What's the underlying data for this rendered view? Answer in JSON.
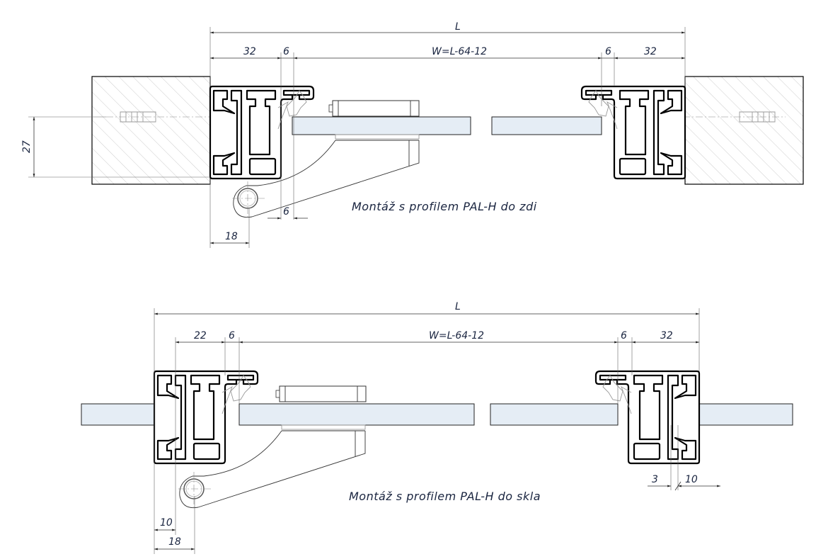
{
  "top": {
    "caption": "Montáž s profilem PAL-H do zdi",
    "dims": {
      "L": "L",
      "left_32": "32",
      "left_6": "6",
      "width": "W=L-64-12",
      "right_6": "6",
      "right_32": "32",
      "height_27": "27",
      "bottom_6": "6",
      "bottom_18": "18"
    }
  },
  "bottom": {
    "caption": "Montáž s profilem PAL-H do skla",
    "dims": {
      "L": "L",
      "left_22": "22",
      "left_6": "6",
      "width": "W=L-64-12",
      "right_6": "6",
      "right_32": "32",
      "left_10": "10",
      "left_18": "18",
      "right_3": "3",
      "right_10": "10"
    }
  }
}
